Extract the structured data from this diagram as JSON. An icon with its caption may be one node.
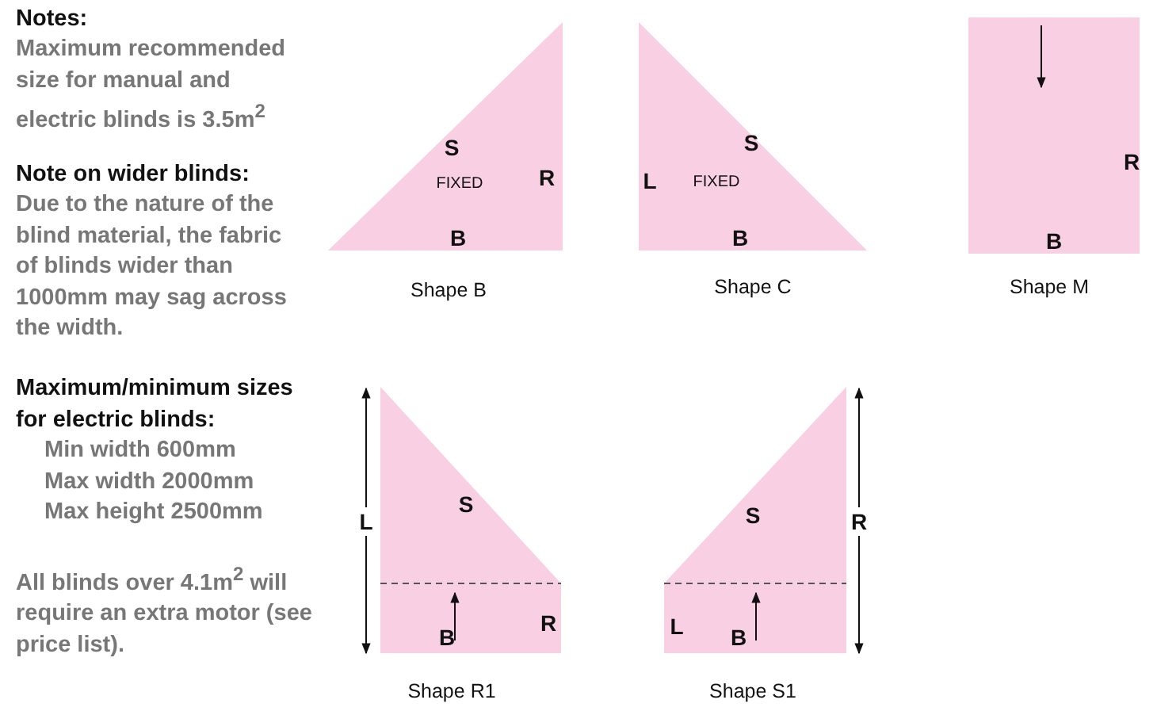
{
  "diagram": {
    "nodes": [
      {
        "text": [
          "S",
          "FIXED",
          "R",
          "B"
        ],
        "beside": [
          "Shape B"
        ]
      },
      {
        "text": [
          "S",
          "L",
          "FIXED",
          "B"
        ],
        "beside": [
          "Shape C"
        ]
      },
      {
        "text": [
          "R",
          "B"
        ],
        "beside": [
          "Shape M"
        ]
      },
      {
        "text": [
          "S",
          "B",
          "R"
        ],
        "beside": [
          "L",
          "Shape R1"
        ]
      },
      {
        "text": [
          "S",
          "L",
          "B"
        ],
        "beside": [
          "R",
          "Shape S1"
        ]
      }
    ],
    "labels": [
      "Notes:",
      "Maximum recommended size for manual and electric blinds is 3.5m$^{2}$",
      "Note on wider blinds:",
      "Due to the nature of the blind material, the fabric of blinds wider than 1000mm may sag across the width.",
      "Maximum/minimum sizes for electric blinds:",
      "Min width 600mm",
      "Max width 2000mm",
      "Max height 2500mm",
      "All blinds over 4.1m$^{2}$ will require an extra motor (see price list)."
    ]
  }
}
